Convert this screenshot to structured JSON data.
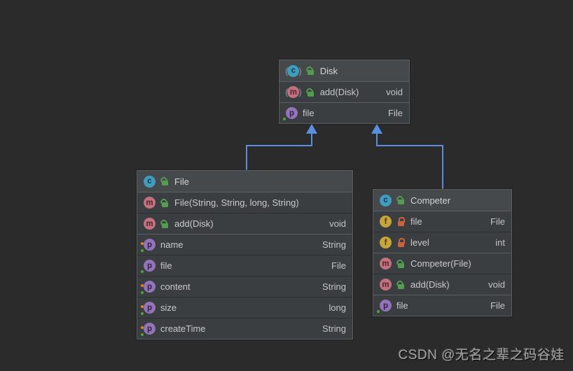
{
  "watermark": "CSDN @无名之辈之码谷娃",
  "colors": {
    "canvas_bg": "#2b2b2b",
    "node_bg": "#3b3e40",
    "node_header_bg": "#45494b",
    "node_border": "#5c5f61",
    "edge_blue": "#5a8fe0",
    "class_icon": "#3f9cbe",
    "method_icon": "#c0737f",
    "property_icon": "#9374b6",
    "field_icon": "#c7a43c",
    "lock_open_green": "#549c4f",
    "lock_closed_orange": "#c8653e",
    "getter_dot_green": "#4fa33c",
    "setter_dot_orange": "#e0822c",
    "text": "#c8cacc"
  },
  "edges": [
    {
      "from": "File",
      "to": "Disk",
      "kind": "inheritance"
    },
    {
      "from": "Competer",
      "to": "Disk",
      "kind": "inheritance"
    }
  ],
  "nodes": [
    {
      "name": "Disk",
      "icon_letter": "c",
      "members": [
        {
          "icon_letter": "m",
          "label": "add(Disk)",
          "type": "void"
        },
        {
          "icon_letter": "p",
          "label": "file",
          "type": "File"
        }
      ]
    },
    {
      "name": "File",
      "icon_letter": "c",
      "members": [
        {
          "icon_letter": "m",
          "label": "File(String, String, long, String)",
          "type": ""
        },
        {
          "icon_letter": "m",
          "label": "add(Disk)",
          "type": "void"
        },
        {
          "icon_letter": "p",
          "label": "name",
          "type": "String"
        },
        {
          "icon_letter": "p",
          "label": "file",
          "type": "File"
        },
        {
          "icon_letter": "p",
          "label": "content",
          "type": "String"
        },
        {
          "icon_letter": "p",
          "label": "size",
          "type": "long"
        },
        {
          "icon_letter": "p",
          "label": "createTime",
          "type": "String"
        }
      ]
    },
    {
      "name": "Competer",
      "icon_letter": "c",
      "members": [
        {
          "icon_letter": "f",
          "label": "file",
          "type": "File"
        },
        {
          "icon_letter": "f",
          "label": "level",
          "type": "int"
        },
        {
          "icon_letter": "m",
          "label": "Competer(File)",
          "type": ""
        },
        {
          "icon_letter": "m",
          "label": "add(Disk)",
          "type": "void"
        },
        {
          "icon_letter": "p",
          "label": "file",
          "type": "File"
        }
      ]
    }
  ]
}
